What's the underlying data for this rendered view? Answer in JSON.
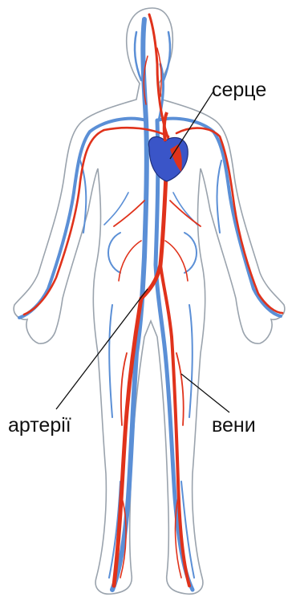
{
  "labels": {
    "heart": "серце",
    "arteries": "артерії",
    "veins": "вени"
  },
  "colors": {
    "artery": "#e0321b",
    "vein": "#5b8fd6",
    "heart": "#3a55c8",
    "outline": "#9aa3ad",
    "skin": "#ffffff",
    "leader": "#111111"
  }
}
